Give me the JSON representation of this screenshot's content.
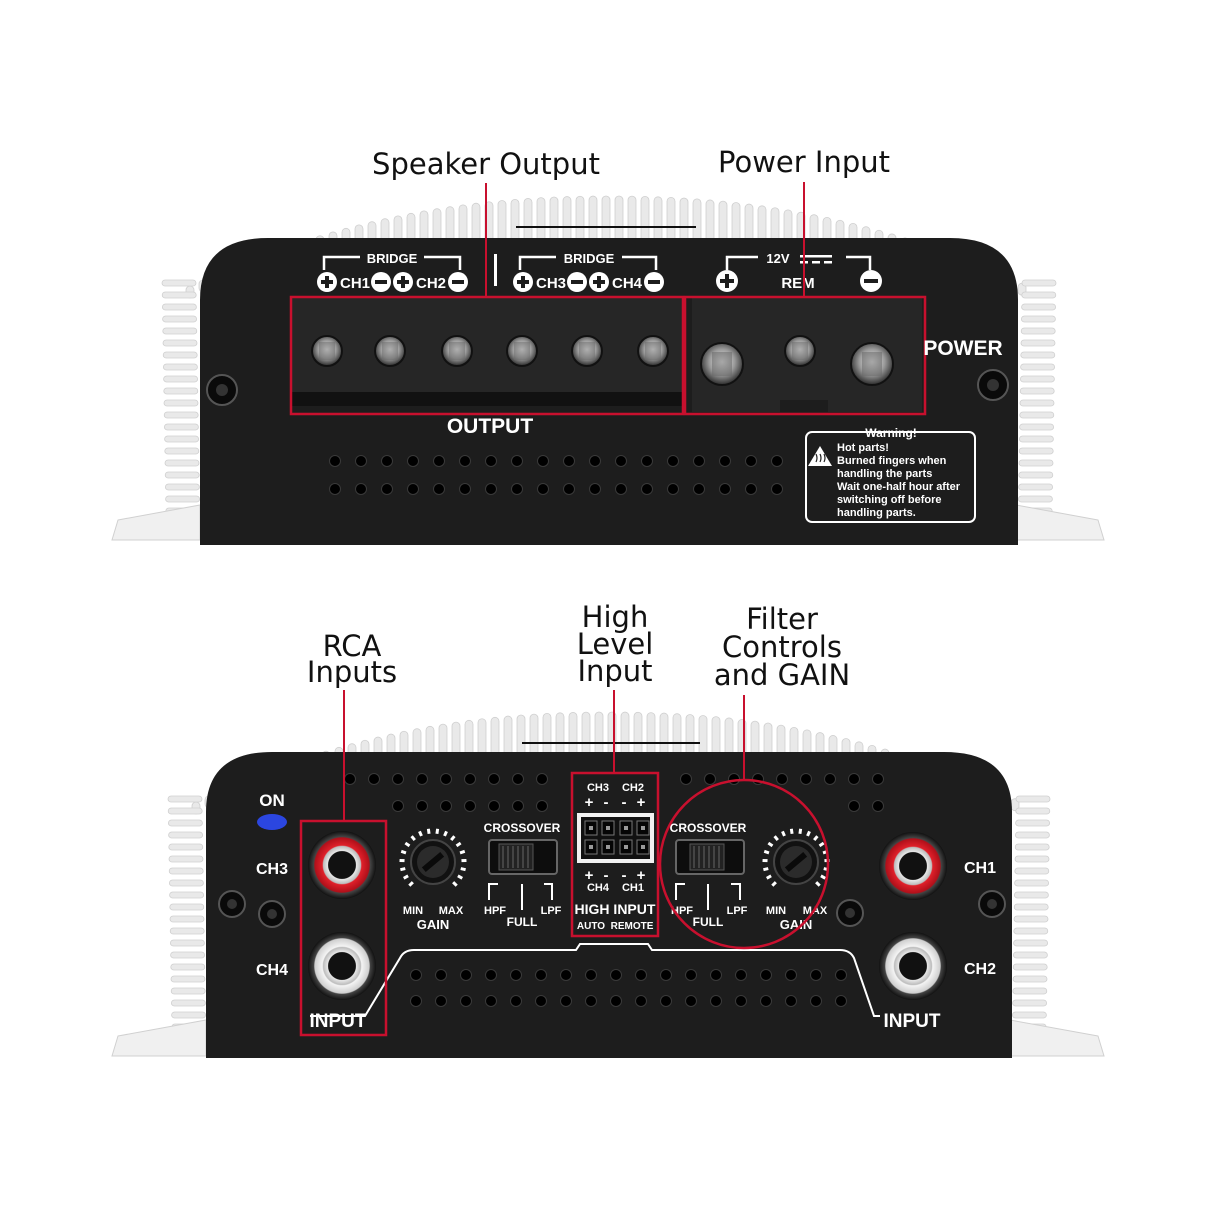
{
  "callouts": {
    "speaker_output": "Speaker Output",
    "power_input": "Power Input",
    "rca_line1": "RCA",
    "rca_line2": "Inputs",
    "high_line1": "High",
    "high_line2": "Level",
    "high_line3": "Input",
    "filter_line1": "Filter",
    "filter_line2": "Controls",
    "filter_line3": "and GAIN"
  },
  "top_panel": {
    "bridge_left": "BRIDGE",
    "bridge_right": "BRIDGE",
    "ch1": "CH1",
    "ch2": "CH2",
    "ch3": "CH3",
    "ch4": "CH4",
    "twelve_v": "12V",
    "rem": "REM",
    "power": "POWER",
    "output": "OUTPUT",
    "warning": {
      "title": "Warning!",
      "line1": "Hot parts!",
      "line2": "Burned fingers when",
      "line3": "handling the parts",
      "line4": "Wait one-half hour after",
      "line5": "switching off before",
      "line6": "handling parts."
    }
  },
  "bottom_panel": {
    "on": "ON",
    "ch3": "CH3",
    "ch4": "CH4",
    "ch1": "CH1",
    "ch2": "CH2",
    "input_left": "INPUT",
    "input_right": "INPUT",
    "crossover_left": "CROSSOVER",
    "crossover_right": "CROSSOVER",
    "hpf": "HPF",
    "full": "FULL",
    "lpf": "LPF",
    "min": "MIN",
    "max": "MAX",
    "gain": "GAIN",
    "hl_ch3": "CH3",
    "hl_ch2": "CH2",
    "hl_ch4": "CH4",
    "hl_ch1": "CH1",
    "plus": "+",
    "minus": "-",
    "high_input": "HIGH INPUT",
    "auto": "AUTO",
    "remote": "REMOTE"
  },
  "colors": {
    "panel": "#1d1d1d",
    "accent_red": "#c8102e",
    "led": "#2b46e0",
    "fins": "#e9e9e9"
  }
}
